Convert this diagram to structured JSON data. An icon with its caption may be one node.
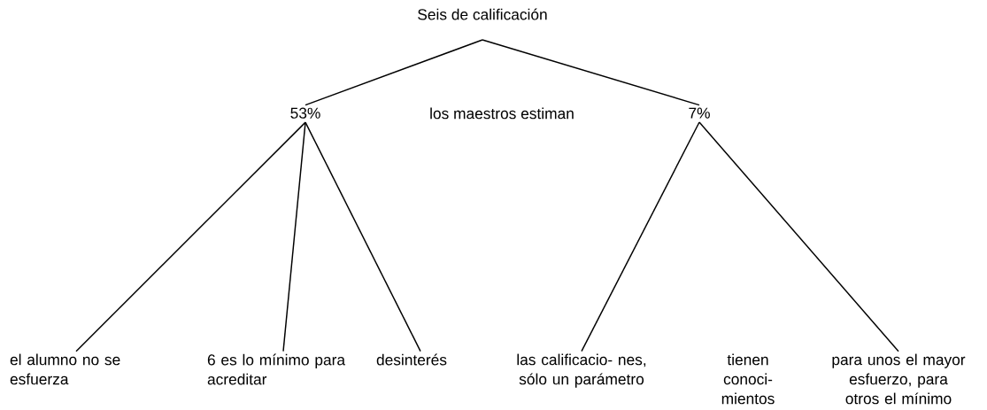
{
  "diagram": {
    "title": "Seis de calificación",
    "nodes": [
      {
        "text": [
          "53%"
        ]
      },
      {
        "text": [
          "7%"
        ]
      },
      {
        "text": [
          "el alumno no se esfuerza"
        ]
      },
      {
        "text": [
          "6 es lo mínimo para acreditar"
        ]
      },
      {
        "text": [
          "desinterés"
        ]
      },
      {
        "text": [
          "las calificacio- nes, sólo un parámetro"
        ]
      },
      {
        "text": [
          "tienen conoci- mientos"
        ]
      },
      {
        "text": [
          "para unos el mayor esfuerzo, para otros el mínimo"
        ]
      }
    ],
    "edges": [
      {
        "from": null,
        "to": 0,
        "arrow": "none"
      },
      {
        "from": null,
        "to": 1,
        "arrow": "none"
      },
      {
        "from": 0,
        "to": 2,
        "arrow": "none"
      },
      {
        "from": 0,
        "to": 3,
        "arrow": "none"
      },
      {
        "from": 0,
        "to": 4,
        "arrow": "none"
      },
      {
        "from": 1,
        "to": 5,
        "arrow": "none"
      },
      {
        "from": 1,
        "to": 7,
        "arrow": "none"
      }
    ],
    "labels": [
      "los maestros estiman"
    ]
  }
}
